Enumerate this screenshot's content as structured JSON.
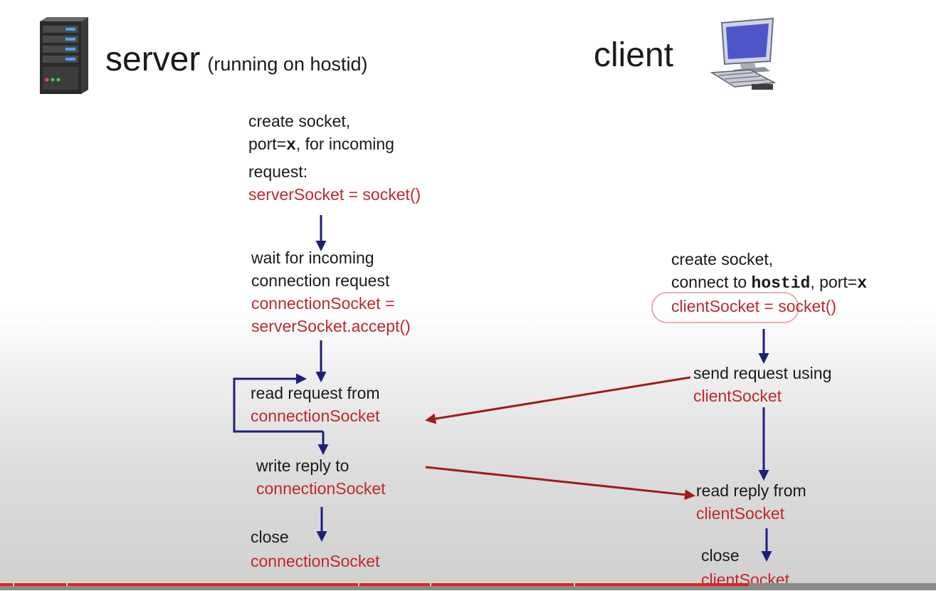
{
  "header": {
    "server_title": "server",
    "server_subtitle": "(running on hostid)",
    "client_title": "client"
  },
  "icons": {
    "server": "server-tower-icon",
    "client": "desktop-computer-icon"
  },
  "server_steps": {
    "create": {
      "line1": "create socket,",
      "line2_prefix": "port=",
      "line2_code": "x",
      "line2_suffix": ", for incoming",
      "line3": "request:",
      "code": "serverSocket = socket()"
    },
    "wait": {
      "line1": "wait for incoming",
      "line2": "connection request",
      "code1": "connectionSocket =",
      "code2": "serverSocket.accept()"
    },
    "read": {
      "line1": "read request from",
      "code": "connectionSocket"
    },
    "write": {
      "line1": "write reply to",
      "code": "connectionSocket"
    },
    "close": {
      "line1": "close",
      "code": "connectionSocket"
    }
  },
  "client_steps": {
    "create": {
      "line1": "create socket,",
      "line2_prefix": "connect to ",
      "line2_code1": "hostid",
      "line2_mid": ", port=",
      "line2_code2": "x",
      "code": "clientSocket = socket()"
    },
    "send": {
      "line1": "send request using",
      "code": "clientSocket"
    },
    "read": {
      "line1": "read reply from",
      "code": "clientSocket"
    },
    "close": {
      "line1": "close",
      "code": "clientSocket"
    }
  },
  "colors": {
    "code_text": "#c0282b",
    "flow_arrow": "#1f1f7a",
    "message_arrow": "#a01c1c",
    "progress": "#e02020"
  },
  "video_progress": {
    "played_fraction": 0.8
  }
}
